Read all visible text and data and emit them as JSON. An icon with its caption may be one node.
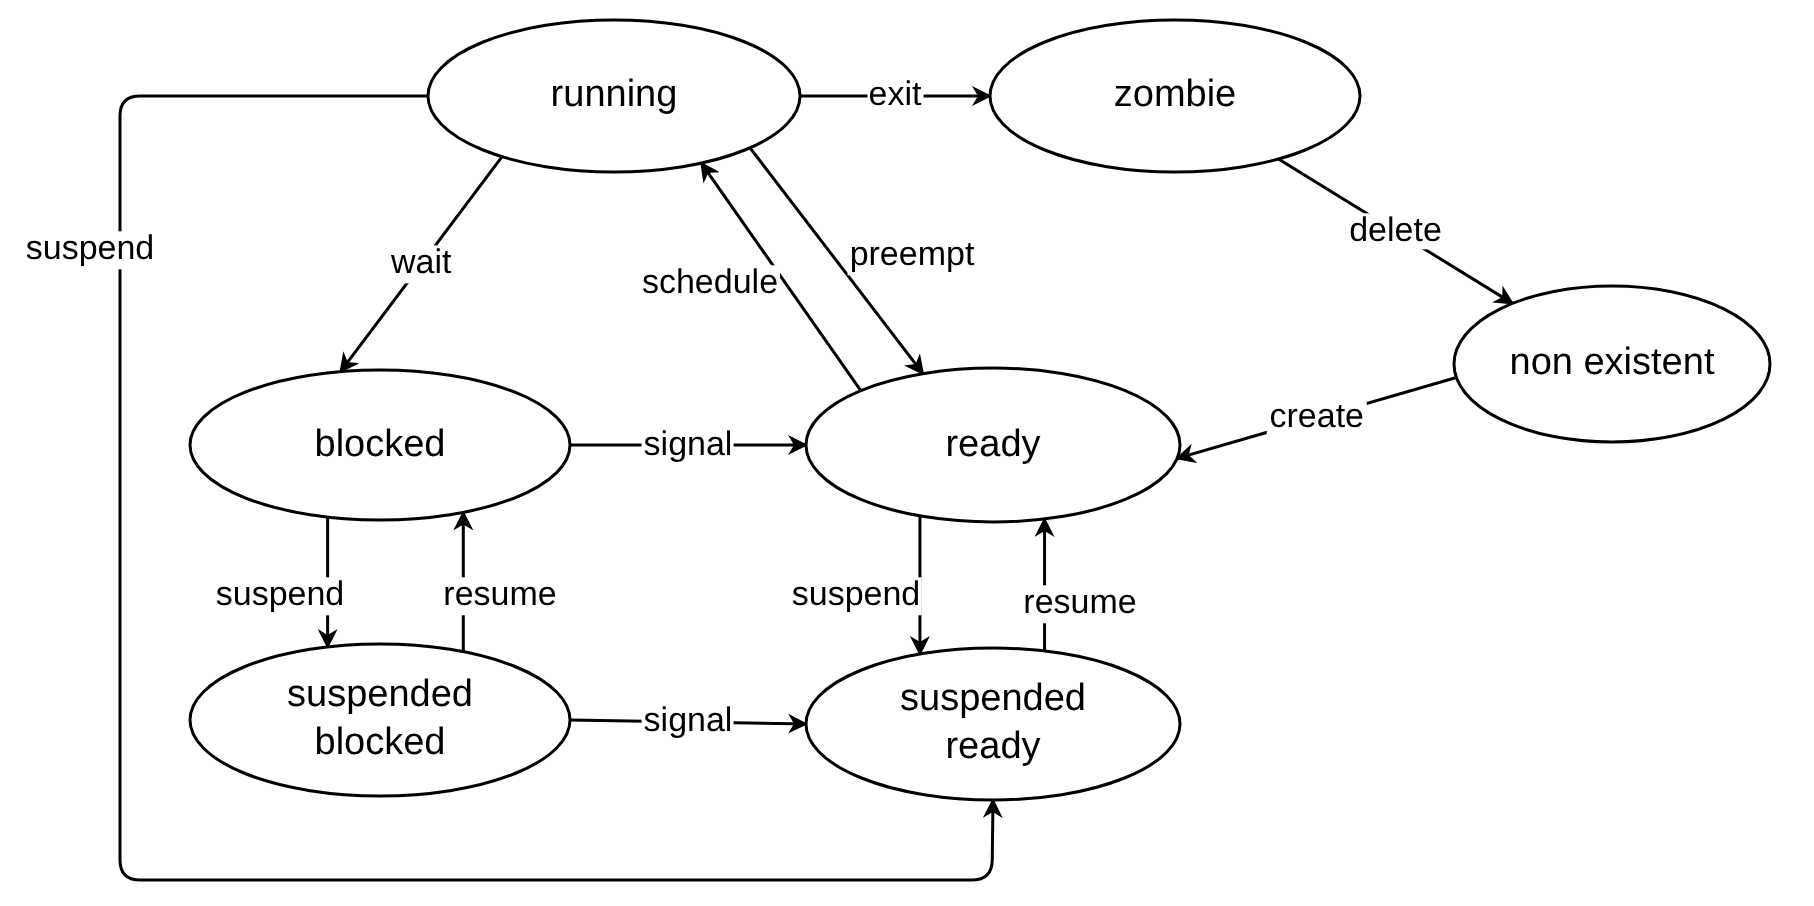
{
  "diagram": {
    "nodes": [
      {
        "text": [
          "running"
        ]
      },
      {
        "text": [
          "zombie"
        ]
      },
      {
        "text": [
          "non existent"
        ]
      },
      {
        "text": [
          "blocked"
        ]
      },
      {
        "text": [
          "ready"
        ]
      },
      {
        "text": [
          "suspended blocked"
        ]
      },
      {
        "text": [
          "suspended ready"
        ]
      }
    ],
    "edges": [
      {
        "from": 0,
        "to": 1,
        "arrow": "to",
        "label": "exit"
      },
      {
        "from": 1,
        "to": 2,
        "arrow": "to",
        "label": "delete"
      },
      {
        "from": 2,
        "to": 4,
        "arrow": "to",
        "label": "create"
      },
      {
        "from": 0,
        "to": 3,
        "arrow": "to",
        "label": "wait"
      },
      {
        "from": 4,
        "to": 0,
        "arrow": "to",
        "label": "schedule"
      },
      {
        "from": 0,
        "to": 4,
        "arrow": "to",
        "label": "preempt"
      },
      {
        "from": 3,
        "to": 4,
        "arrow": "to",
        "label": "signal"
      },
      {
        "from": 3,
        "to": 5,
        "arrow": "to",
        "label": "suspend"
      },
      {
        "from": 5,
        "to": 3,
        "arrow": "to",
        "label": "resume"
      },
      {
        "from": 4,
        "to": 6,
        "arrow": "to",
        "label": "suspend"
      },
      {
        "from": 6,
        "to": 4,
        "arrow": "to",
        "label": "resume"
      },
      {
        "from": 5,
        "to": 6,
        "arrow": "to",
        "label": "signal"
      },
      {
        "from": 0,
        "to": 6,
        "arrow": "to",
        "label": "suspend"
      }
    ]
  }
}
